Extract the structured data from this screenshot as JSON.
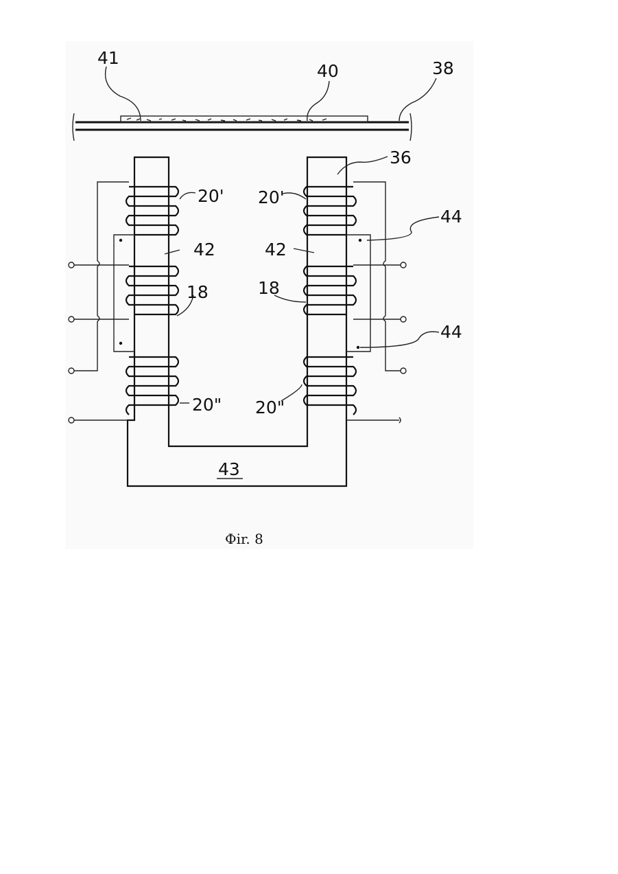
{
  "figure": {
    "caption": "Фir. 8",
    "labels": {
      "l41": "41",
      "l40": "40",
      "l38": "38",
      "l36": "36",
      "l20p_left": "20'",
      "l20p_right": "20'",
      "l42_left": "42",
      "l42_right": "42",
      "l18_left": "18",
      "l18_right": "18",
      "l44_top": "44",
      "l44_bottom": "44",
      "l20pp_left": "20\"",
      "l20pp_right": "20\"",
      "l43": "43"
    }
  }
}
